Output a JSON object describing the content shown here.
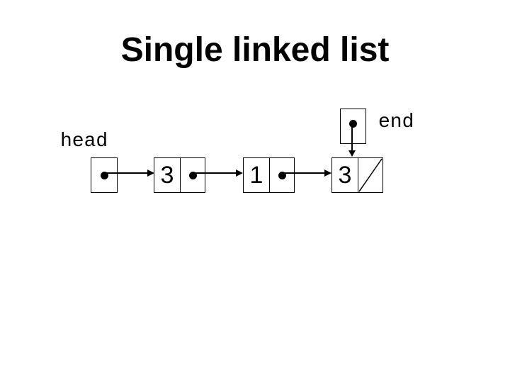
{
  "slide": {
    "title": "Single linked list",
    "background_color": "#ffffff",
    "ink_color": "#000000"
  },
  "diagram": {
    "head_label": "head",
    "end_label": "end",
    "nodes": [
      {
        "value": "3",
        "pointer": "next"
      },
      {
        "value": "1",
        "pointer": "next"
      },
      {
        "value": "3",
        "pointer": "null"
      }
    ]
  }
}
